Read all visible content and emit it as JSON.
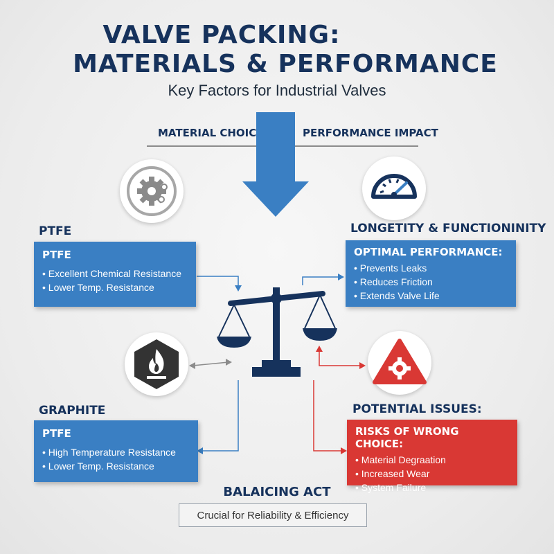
{
  "header": {
    "title_line1": "VALVE PACKING:",
    "title_line2": "MATERIALS & PERFORMANCE",
    "subtitle": "Key Factors for Industrial Valves"
  },
  "flow": {
    "left_label": "MATERIAL CHOICE",
    "right_label": "PERFORMANCE IMPACT"
  },
  "left_top": {
    "heading": "PTFE",
    "card_title": "PTFE",
    "items": [
      "Excellent Chemical Resistance",
      "Lower Temp. Resistance"
    ]
  },
  "left_bottom": {
    "heading": "GRAPHITE",
    "card_title": "PTFE",
    "items": [
      "High Temperature Resistance",
      "Lower Temp. Resistance"
    ]
  },
  "right_top": {
    "heading": "LONGETITY & FUNCTIONINITY",
    "card_title": "OPTIMAL PERFORMANCE:",
    "items": [
      "Prevents Leaks",
      "Reduces Friction",
      "Extends Valve Life"
    ]
  },
  "right_bottom": {
    "heading": "POTENTIAL ISSUES:",
    "card_title": "RISKS OF WRONG CHOICE:",
    "items": [
      "Material Degraation",
      "Increased Wear",
      "System Failure"
    ]
  },
  "center": {
    "label": "BALAICING ACT",
    "footer": "Crucial for Reliability & Efficiency"
  },
  "colors": {
    "navy": "#16325c",
    "blue": "#3a7fc3",
    "red": "#d93834",
    "gray": "#6b6b6b"
  },
  "icons": {
    "gear_settings": "gear-cog-icon",
    "gauge": "speedometer-gauge-icon",
    "fire": "flame-icon",
    "warning": "warning-gear-icon",
    "scale": "balance-scale-icon"
  }
}
